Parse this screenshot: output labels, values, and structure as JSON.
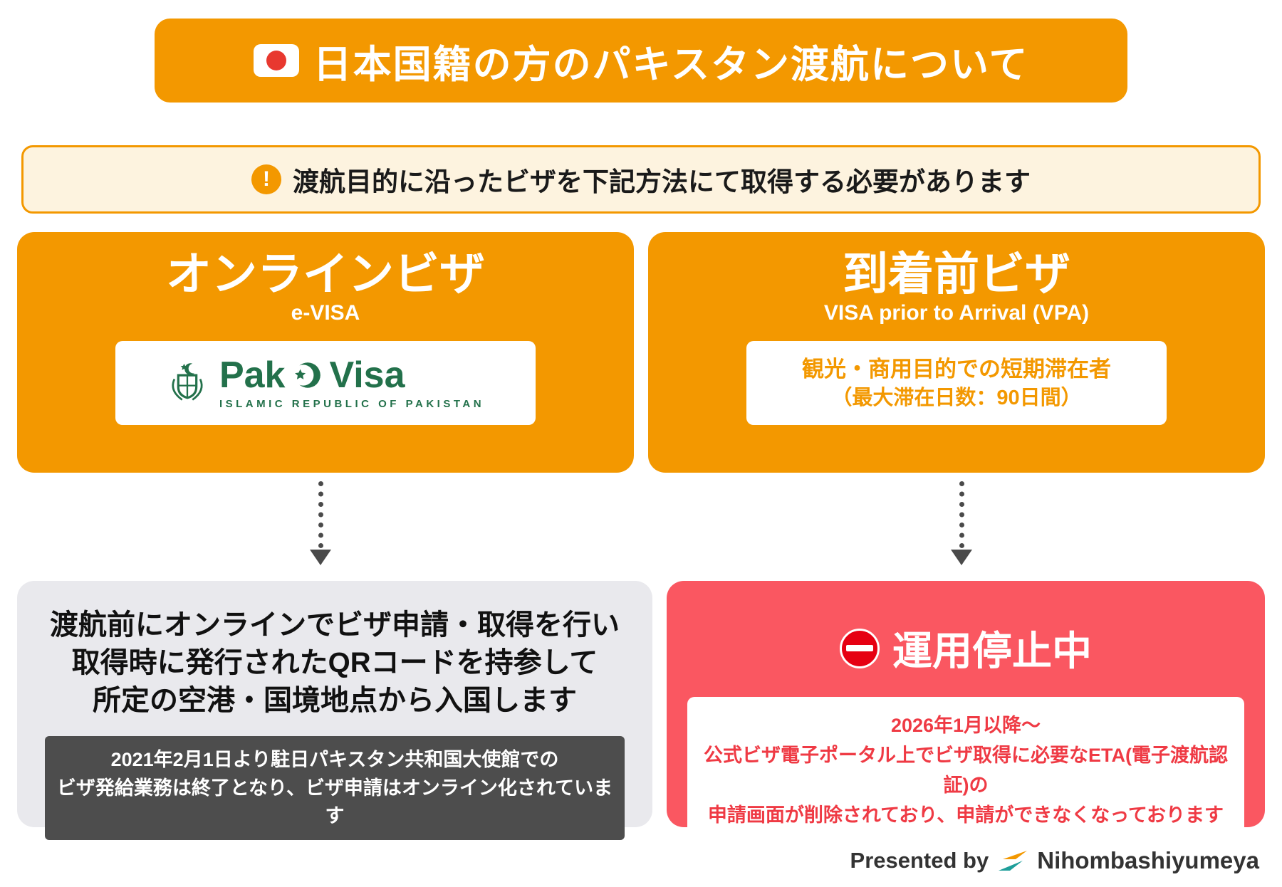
{
  "header": {
    "title": "日本国籍の方のパキスタン渡航について"
  },
  "notice": {
    "text": "渡航目的に沿ったビザを下記方法にて取得する必要があります"
  },
  "evisa": {
    "title": "オンラインビザ",
    "subtitle": "e-VISA",
    "logo": {
      "word1": "Pak",
      "word2": "Visa",
      "caption": "ISLAMIC REPUBLIC OF PAKISTAN"
    }
  },
  "vpa": {
    "title": "到着前ビザ",
    "subtitle": "VISA prior to Arrival (VPA)",
    "card": {
      "line1": "観光・商用目的での短期滞在者",
      "line2": "（最大滞在日数：90日間）"
    }
  },
  "evisa_result": {
    "lines": [
      "渡航前にオンラインでビザ申請・取得を行い",
      "取得時に発行されたQRコードを持参して",
      "所定の空港・国境地点から入国します"
    ],
    "note": [
      "2021年2月1日より駐日パキスタン共和国大使館での",
      "ビザ発給業務は終了となり、ビザ申請はオンライン化されています"
    ]
  },
  "vpa_result": {
    "status": "運用停止中",
    "lines": [
      "2026年1月以降〜",
      "公式ビザ電子ポータル上でビザ取得に必要なETA(電子渡航認証)の",
      "申請画面が削除されており、申請ができなくなっております"
    ]
  },
  "footer": {
    "presented_by": "Presented by",
    "brand": "Nihombashiyumeya"
  },
  "icons": {
    "japan_flag": "japan-flag-icon",
    "warning": "warning-icon",
    "pak_emblem": "pakistan-emblem-icon",
    "crescent_star": "crescent-star-icon",
    "no_entry": "no-entry-icon",
    "brand_logo": "brand-logo-icon"
  },
  "colors": {
    "orange": "#F39800",
    "cream": "#FDF3DF",
    "flag_red": "#E8382F",
    "gray_panel": "#E9E9ED",
    "dark_note": "#4D4D4D",
    "red_panel": "#FA5761",
    "red_text": "#EF3A44",
    "no_entry_red": "#E60012",
    "pak_green": "#23714B",
    "arrow_gray": "#4A4A4A"
  }
}
